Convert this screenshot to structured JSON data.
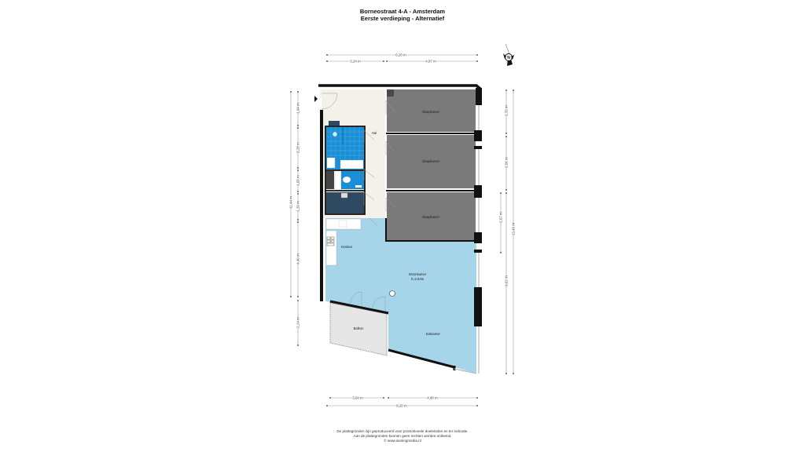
{
  "header": {
    "title": "Borneostraat 4-A - Amsterdam",
    "subtitle": "Eerste verdieping - Alternatief"
  },
  "compass": {
    "label": "N",
    "icon": "compass-north-icon"
  },
  "dimensions": {
    "top_total": "6,20 m",
    "top_left": "3,24 m",
    "top_right": "4,97 m",
    "bottom_left": "3,64 m",
    "bottom_right": "4,90 m",
    "bottom_total": "8,20 m",
    "left_total": "11,44 m",
    "left_segments": [
      "1,94 m",
      "2,28 m",
      "1,00 m",
      "1,39 m",
      "4,40 m",
      "2,24 m"
    ],
    "right_segments": [
      "2,33 m",
      "2,06 m",
      "2,67 m",
      "9,02 m"
    ],
    "right_total": "13,46 m"
  },
  "rooms": {
    "hal": "Hal",
    "slaapkamer_1": "Slaapkamer",
    "slaapkamer_2": "Slaapkamer",
    "slaapkamer_3": "Slaapkamer",
    "keuken": "Keuken",
    "woonkamer": "Woonkamer",
    "woonkamer_height": "h=2,63m",
    "eetkamer": "Eetkamer",
    "balkon": "Balkon"
  },
  "colors": {
    "living": "#a6d5ea",
    "bedroom": "#7a7a7a",
    "bathroom": "#1a8fd6",
    "utility": "#2e4a63",
    "hall": "#f4f1ea",
    "balcony": "#e6e6e6",
    "wall": "#111111"
  },
  "footer": {
    "line1": "De plattegronden zijn geproduceerd voor promotionele doeleinden en ter indicatie.",
    "line2": "Aan de plattegronden kunnen geen rechten worden ontleend.",
    "line3": "© www.woningmedia.nl"
  }
}
